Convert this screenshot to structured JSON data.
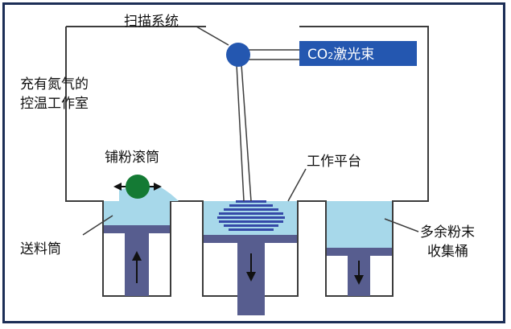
{
  "labels": {
    "scanning_system": "扫描系统",
    "laser_prefix": "CO",
    "laser_subscript": "2",
    "laser_suffix": "激光束",
    "chamber_line1": "充有氮气的",
    "chamber_line2": "控温工作室",
    "roller": "铺粉滚筒",
    "work_platform": "工作平台",
    "feed_cylinder": "送料筒",
    "excess_line1": "多余粉末",
    "excess_line2": "收集桶"
  },
  "colors": {
    "frame": "#1c2e56",
    "outline": "#3c3c3c",
    "scanner": "#2457b0",
    "laser_box": "#2457b0",
    "powder": "#a7d8ea",
    "piston": "#575d8f",
    "part_layers": "#3549a8",
    "roller": "#147a34",
    "arrow": "#111111"
  }
}
